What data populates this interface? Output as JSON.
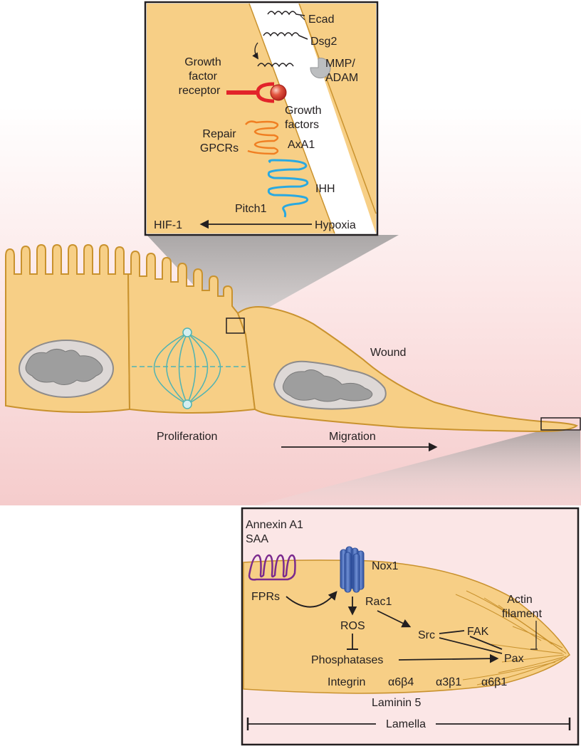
{
  "colors": {
    "cell_fill": "#f7cf86",
    "cell_stroke": "#c9922e",
    "wound_bg": "#f7d6d6",
    "receptor_red": "#e2232a",
    "repair_orange": "#f07f22",
    "ihh_blue": "#29a9e1",
    "fpr_purple": "#7b2a8e",
    "nox_blue": "#3f63b4",
    "spindle_teal": "#4fb3b3",
    "nucleus_gray": "#a7a9ac"
  },
  "top_inset": {
    "ecad": "Ecad",
    "dsg2": "Dsg2",
    "mmp": [
      "MMP/",
      "ADAM"
    ],
    "growth_factor_receptor": [
      "Growth",
      "factor",
      "receptor"
    ],
    "growth_factors": [
      "Growth",
      "factors"
    ],
    "repair_gpcrs": [
      "Repair",
      "GPCRs"
    ],
    "axa1": "AxA1",
    "ihh": "IHH",
    "pitch1": "Pitch1",
    "hif1": "HIF-1",
    "hypoxia": "Hypoxia"
  },
  "main": {
    "wound": "Wound",
    "proliferation": "Proliferation",
    "migration": "Migration"
  },
  "bottom_inset": {
    "annexin": [
      "Annexin A1",
      "SAA"
    ],
    "fprs": "FPRs",
    "nox1": "Nox1",
    "rac1": "Rac1",
    "ros": "ROS",
    "src": "Src",
    "fak": "FAK",
    "actin": [
      "Actin",
      "filament"
    ],
    "phosphatases": "Phosphatases",
    "pax": "Pax",
    "integrin": "Integrin",
    "a6b4": "α6β4",
    "a3b1": "α3β1",
    "a6b1": "α6β1",
    "laminin": "Laminin 5",
    "lamella": "Lamella"
  }
}
